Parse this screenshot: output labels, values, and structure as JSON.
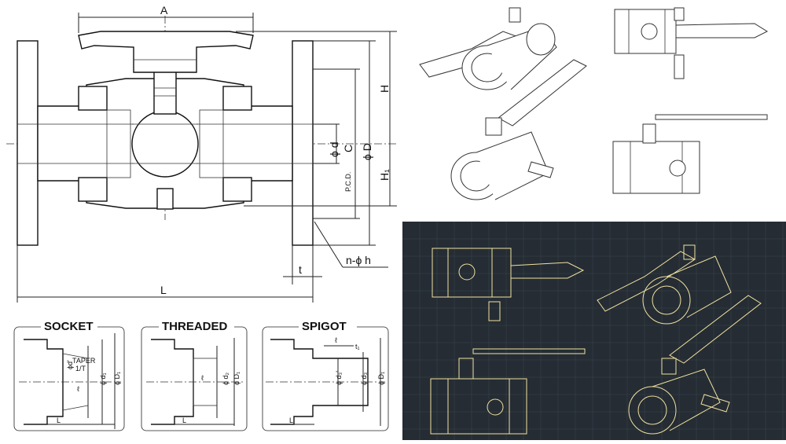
{
  "drawing": {
    "dimension_labels": {
      "A": "A",
      "H": "H",
      "H1": "H₁",
      "phi_d": "ϕ d",
      "pcd": "P.C.D.",
      "C": "C",
      "phi_D": "ϕ D",
      "n_phi_h": "n-ϕ h",
      "t": "t",
      "L": "L"
    }
  },
  "panels": {
    "socket": {
      "title": "SOCKET",
      "labels": {
        "d1_prime": "ϕd′",
        "taper": "TAPER",
        "taper_ratio": "1/T",
        "l": "ℓ",
        "d1": "ϕ d₁",
        "D1": "ϕ D₁",
        "L": "L"
      }
    },
    "threaded": {
      "title": "THREADED",
      "labels": {
        "d2": "ϕ d₂",
        "l": "ℓ",
        "D1": "ϕ D₁",
        "L": "L"
      }
    },
    "spigot": {
      "title": "SPIGOT",
      "labels": {
        "l": "ℓ",
        "t1": "t₁",
        "d3_prime": "ϕ d₃′",
        "d3": "ϕ d₃",
        "D1": "ϕ D₁",
        "L": "L"
      }
    }
  },
  "colors": {
    "cad_background": "#252c33",
    "cad_grid": "#3a444e",
    "cad_lines": "#f0e2a0"
  }
}
